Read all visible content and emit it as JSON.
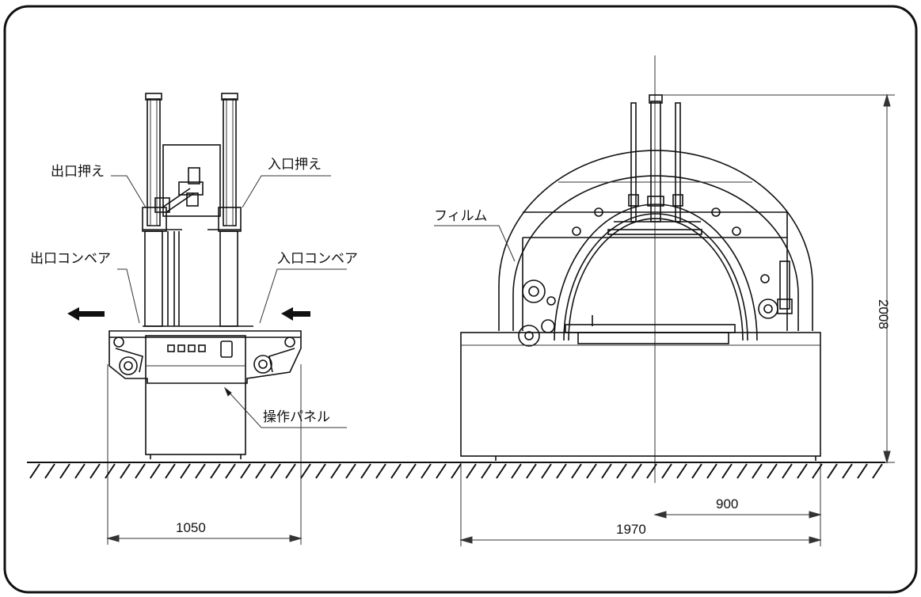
{
  "labels": {
    "exit_press": "出口押え",
    "entry_press": "入口押え",
    "exit_conveyor": "出口コンベア",
    "entry_conveyor": "入口コンベア",
    "operation_panel": "操作パネル",
    "film": "フィルム"
  },
  "dimensions": {
    "side_width": "1050",
    "front_width": "1970",
    "center_offset": "900",
    "height": "2008"
  },
  "colors": {
    "line": "#111111",
    "background": "#ffffff"
  }
}
